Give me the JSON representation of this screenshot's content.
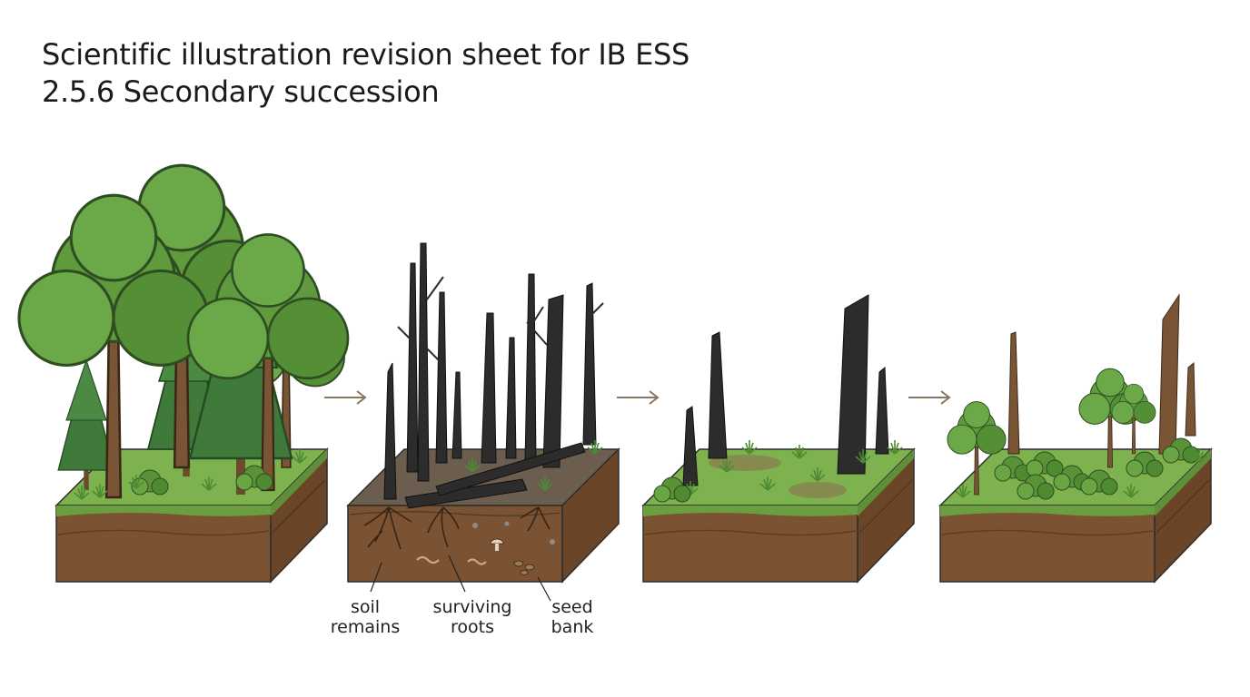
{
  "title": {
    "line1": "Scientific illustration revision sheet for IB ESS",
    "line2": "2.5.6 Secondary succession"
  },
  "labels": {
    "soil_remains": [
      "soil",
      "remains"
    ],
    "surviving_roots": [
      "surviving",
      "roots"
    ],
    "seed_bank": [
      "seed",
      "bank"
    ]
  },
  "stages": [
    "mature-forest",
    "burned-forest",
    "grassland-regrowth",
    "shrub-woodland-regrowth"
  ],
  "colors": {
    "soil": "#7b5332",
    "soil_dark": "#5e3d22",
    "grass": "#7db24e",
    "canopy": "#5f9a3d",
    "conifer": "#3f7a3a",
    "charred": "#2c2c2c",
    "trunk": "#7a5535",
    "arrow": "#8a7560",
    "ash": "#6b5e4e"
  }
}
